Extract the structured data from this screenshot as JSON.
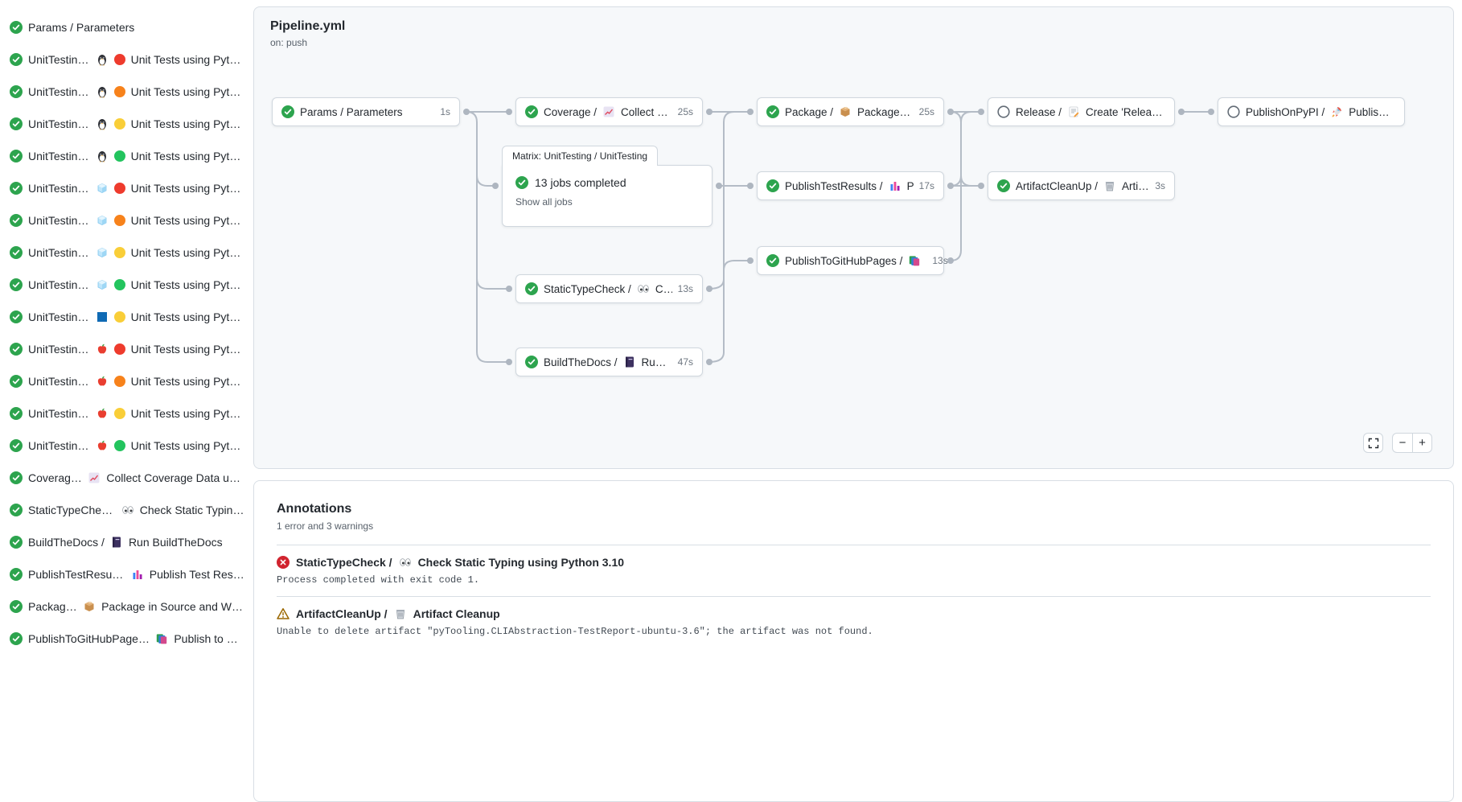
{
  "colors": {
    "success": "#2da44e",
    "skipped": "#636c76",
    "error": "#d1242f",
    "warning": "#9a6700",
    "edge": "#b4bcc6",
    "edge_dot": "#aeb6c0",
    "version_dots": {
      "red-circle": "#ee3b2d",
      "orange-circle": "#f7821b",
      "yellow-circle": "#f9ce38",
      "green-circle": "#23c45e"
    }
  },
  "sidebar": {
    "items": [
      {
        "status": "success",
        "text_before": "Params / Parameters",
        "icons": [],
        "text_after": ""
      },
      {
        "status": "success",
        "text_before": "UnitTesting /",
        "icons": [
          "penguin-icon",
          "red-circle"
        ],
        "text_after": "Unit Tests using Pyth..."
      },
      {
        "status": "success",
        "text_before": "UnitTesting /",
        "icons": [
          "penguin-icon",
          "orange-circle"
        ],
        "text_after": "Unit Tests using Pyth..."
      },
      {
        "status": "success",
        "text_before": "UnitTesting /",
        "icons": [
          "penguin-icon",
          "yellow-circle"
        ],
        "text_after": "Unit Tests using Pyth..."
      },
      {
        "status": "success",
        "text_before": "UnitTesting /",
        "icons": [
          "penguin-icon",
          "green-circle"
        ],
        "text_after": "Unit Tests using Pyth..."
      },
      {
        "status": "success",
        "text_before": "UnitTesting /",
        "icons": [
          "ice-cube-icon",
          "red-circle"
        ],
        "text_after": "Unit Tests using Pyth..."
      },
      {
        "status": "success",
        "text_before": "UnitTesting /",
        "icons": [
          "ice-cube-icon",
          "orange-circle"
        ],
        "text_after": "Unit Tests using Pyth..."
      },
      {
        "status": "success",
        "text_before": "UnitTesting /",
        "icons": [
          "ice-cube-icon",
          "yellow-circle"
        ],
        "text_after": "Unit Tests using Pyth..."
      },
      {
        "status": "success",
        "text_before": "UnitTesting /",
        "icons": [
          "ice-cube-icon",
          "green-circle"
        ],
        "text_after": "Unit Tests using Pyth..."
      },
      {
        "status": "success",
        "text_before": "UnitTesting /",
        "icons": [
          "blue-square-icon",
          "yellow-circle"
        ],
        "text_after": "Unit Tests using Pyth..."
      },
      {
        "status": "success",
        "text_before": "UnitTesting /",
        "icons": [
          "apple-icon",
          "red-circle"
        ],
        "text_after": "Unit Tests using Pyth..."
      },
      {
        "status": "success",
        "text_before": "UnitTesting /",
        "icons": [
          "apple-icon",
          "orange-circle"
        ],
        "text_after": "Unit Tests using Pyth..."
      },
      {
        "status": "success",
        "text_before": "UnitTesting /",
        "icons": [
          "apple-icon",
          "yellow-circle"
        ],
        "text_after": "Unit Tests using Pyth..."
      },
      {
        "status": "success",
        "text_before": "UnitTesting /",
        "icons": [
          "apple-icon",
          "green-circle"
        ],
        "text_after": "Unit Tests using Pyth..."
      },
      {
        "status": "success",
        "text_before": "Coverage /",
        "icons": [
          "chart-increasing-icon"
        ],
        "text_after": "Collect Coverage Data usi..."
      },
      {
        "status": "success",
        "text_before": "StaticTypeCheck /",
        "icons": [
          "eyes-icon"
        ],
        "text_after": "Check Static Typing..."
      },
      {
        "status": "success",
        "text_before": "BuildTheDocs /",
        "icons": [
          "notebook-icon"
        ],
        "text_after": "Run BuildTheDocs"
      },
      {
        "status": "success",
        "text_before": "PublishTestResults /",
        "icons": [
          "bar-chart-icon"
        ],
        "text_after": "Publish Test Resu..."
      },
      {
        "status": "success",
        "text_before": "Package /",
        "icons": [
          "package-icon"
        ],
        "text_after": "Package in Source and Wh..."
      },
      {
        "status": "success",
        "text_before": "PublishToGitHubPages /",
        "icons": [
          "books-icon"
        ],
        "text_after": "Publish to G..."
      }
    ]
  },
  "workflow": {
    "title": "Pipeline.yml",
    "trigger": "on: push"
  },
  "graph": {
    "nodes": [
      {
        "id": "params",
        "status": "success",
        "name": "Params / Parameters",
        "icon": null,
        "step": "",
        "duration": "1s"
      },
      {
        "id": "coverage",
        "status": "success",
        "name": "Coverage /",
        "icon": "chart-increasing-icon",
        "step": "Collect Cove...",
        "duration": "25s"
      },
      {
        "id": "package",
        "status": "success",
        "name": "Package /",
        "icon": "package-icon",
        "step": "Package in So...",
        "duration": "25s"
      },
      {
        "id": "release",
        "status": "skipped",
        "name": "Release /",
        "icon": "memo-icon",
        "step": "Create 'Release P...",
        "duration": ""
      },
      {
        "id": "publishonpypi",
        "status": "skipped",
        "name": "PublishOnPyPI /",
        "icon": "rocket-icon",
        "step": "Publish to ...",
        "duration": ""
      },
      {
        "id": "publishtestresults",
        "status": "success",
        "name": "PublishTestResults /",
        "icon": "bar-chart-icon",
        "step": "Pu...",
        "duration": "17s"
      },
      {
        "id": "artifactcleanup",
        "status": "success",
        "name": "ArtifactCleanUp /",
        "icon": "wastebasket-icon",
        "step": "Artifac...",
        "duration": "3s"
      },
      {
        "id": "publishtogithubpages",
        "status": "success",
        "name": "PublishToGitHubPages /",
        "icon": "books-icon",
        "step": "...",
        "duration": "13s"
      },
      {
        "id": "statictypecheck",
        "status": "success",
        "name": "StaticTypeCheck /",
        "icon": "eyes-icon",
        "step": "Chec...",
        "duration": "13s"
      },
      {
        "id": "buildthedocs",
        "status": "success",
        "name": "BuildTheDocs /",
        "icon": "notebook-icon",
        "step": "Run Buil...",
        "duration": "47s"
      }
    ],
    "matrix": {
      "label": "Matrix: UnitTesting / UnitTesting",
      "status": "success",
      "summary": "13 jobs completed",
      "link": "Show all jobs"
    },
    "controls": {
      "fullscreen_icon": "fullscreen-icon",
      "zoom_out": "−",
      "zoom_in": "+"
    }
  },
  "annotations": {
    "title": "Annotations",
    "summary": "1 error and 3 warnings",
    "items": [
      {
        "level": "error",
        "job": "StaticTypeCheck /",
        "icon": "eyes-icon",
        "step": "Check Static Typing using Python 3.10",
        "message": "Process completed with exit code 1."
      },
      {
        "level": "warning",
        "job": "ArtifactCleanUp /",
        "icon": "wastebasket-icon",
        "step": "Artifact Cleanup",
        "message": "Unable to delete artifact \"pyTooling.CLIAbstraction-TestReport-ubuntu-3.6\"; the artifact was not found."
      }
    ]
  }
}
